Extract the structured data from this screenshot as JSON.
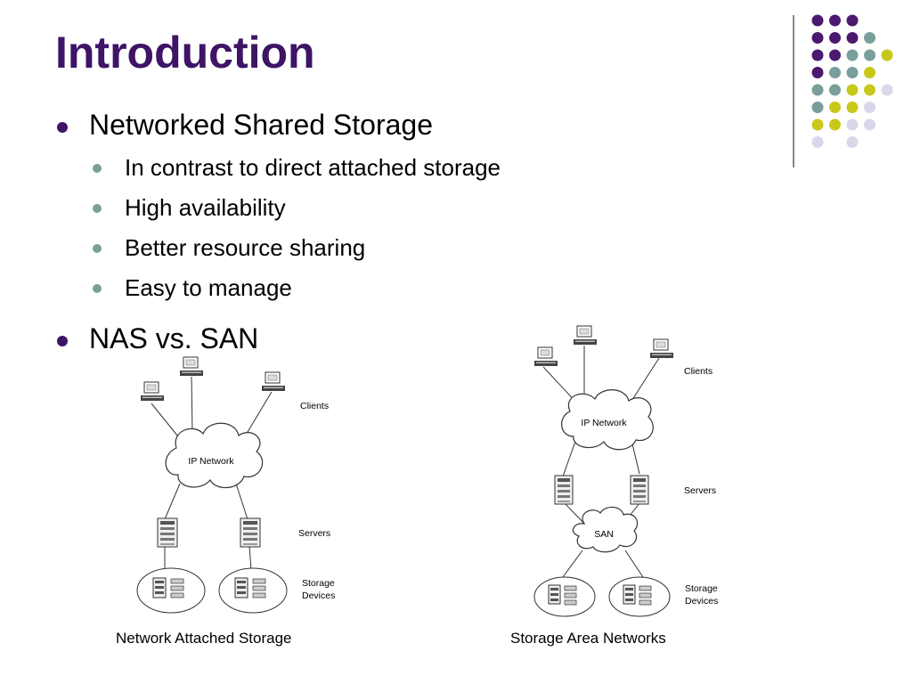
{
  "title": "Introduction",
  "colors": {
    "title": "#3d1466",
    "bullet_level1": "#3d1466",
    "bullet_level2": "#7a9e9c",
    "rule": "#888888",
    "dot_purple": "#4b1a6e",
    "dot_teal": "#7a9e9c",
    "dot_yellow": "#c8c81a",
    "dot_lavender": "#d8d8ea"
  },
  "bullets": [
    {
      "text": "Networked Shared  Storage",
      "subitems": [
        "In contrast to direct attached storage",
        "High availability",
        "Better resource sharing",
        "Easy to manage"
      ]
    },
    {
      "text": "NAS vs. SAN",
      "subitems": []
    }
  ],
  "nas": {
    "caption": "Network Attached Storage",
    "cloud_label": "IP Network",
    "labels": {
      "clients": "Clients",
      "servers": "Servers",
      "storage_line1": "Storage",
      "storage_line2": "Devices"
    }
  },
  "san": {
    "caption": "Storage Area Networks",
    "ip_cloud_label": "IP Network",
    "san_cloud_label": "SAN",
    "labels": {
      "clients": "Clients",
      "servers": "Servers",
      "storage_line1": "Storage",
      "storage_line2": "Devices"
    }
  },
  "decor_dots": [
    [
      "purple",
      "purple",
      "purple",
      null,
      null
    ],
    [
      "purple",
      "purple",
      "purple",
      "teal",
      null
    ],
    [
      "purple",
      "purple",
      "teal",
      "teal",
      "yellow"
    ],
    [
      "purple",
      "teal",
      "teal",
      "yellow",
      null
    ],
    [
      "teal",
      "teal",
      "yellow",
      "yellow",
      "lavender"
    ],
    [
      "teal",
      "yellow",
      "yellow",
      "lavender",
      null
    ],
    [
      "yellow",
      "yellow",
      "lavender",
      "lavender",
      null
    ],
    [
      "lavender",
      null,
      "lavender",
      null,
      null
    ]
  ]
}
